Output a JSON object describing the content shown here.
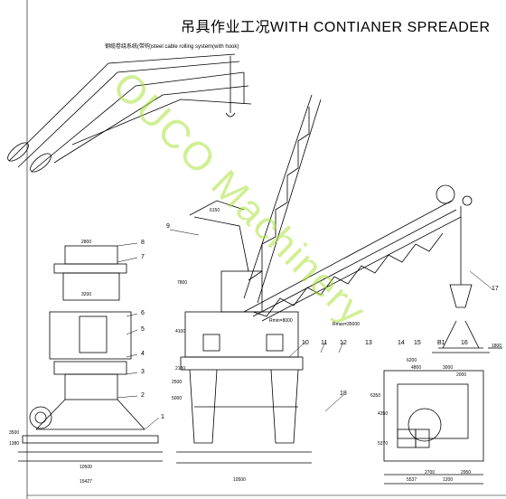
{
  "title": "吊具作业工况WITH CONTIANER SPREADER",
  "subtitle": "钢缆卷绕系统(带钩)steel cable rolling system(with hook)",
  "watermark": "OUCO Machinery",
  "part_numbers": [
    "1",
    "2",
    "3",
    "4",
    "5",
    "6",
    "7",
    "8",
    "9",
    "10",
    "11",
    "12",
    "13",
    "14",
    "15",
    "16",
    "17",
    "18",
    "B1"
  ],
  "dimensions": {
    "top_width": "2800",
    "mid_width": "3200",
    "base_width1": "10500",
    "base_width2": "15427",
    "base_height": "1380",
    "gantry_width": "10500",
    "mast_height": "7800",
    "radius_min": "Rmin=8000",
    "radius_max": "Rmax=35000",
    "height1": "4100",
    "height2": "2180",
    "height3": "5000",
    "height4": "2500",
    "right_drop": "1800",
    "w6200": "6200",
    "w4800": "4800",
    "w3000": "3000",
    "w2000": "2000",
    "w2700": "2700",
    "w1200": "1200",
    "w2950": "2950",
    "w5537": "5537",
    "h6350": "6350",
    "h4350": "4350",
    "h5370": "5370",
    "left_h": "3500",
    "d6150": "6150"
  }
}
